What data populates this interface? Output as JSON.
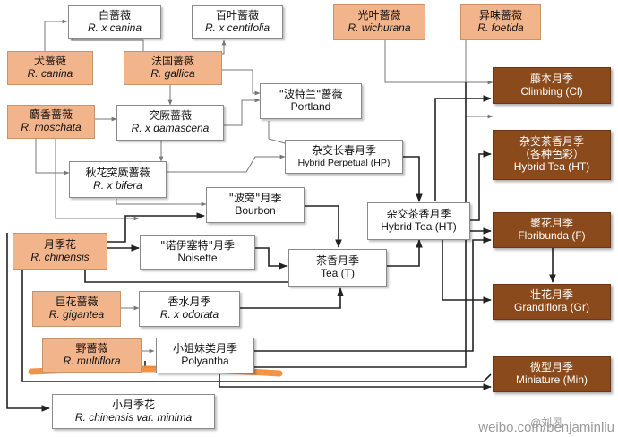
{
  "nodes": {
    "canina_white": {
      "zh": "白蔷薇",
      "latin": "R. x canina"
    },
    "centifolia": {
      "zh": "百叶蔷薇",
      "latin": "R. x centifolia"
    },
    "wichurana": {
      "zh": "光叶蔷薇",
      "latin": "R. wichurana"
    },
    "foetida": {
      "zh": "异味蔷薇",
      "latin": "R. foetida"
    },
    "canina": {
      "zh": "犬蔷薇",
      "latin": "R. canina"
    },
    "gallica": {
      "zh": "法国蔷薇",
      "latin": "R. gallica"
    },
    "portland": {
      "zh": "\"波特兰\"蔷薇",
      "latin": "Portland"
    },
    "moschata": {
      "zh": "麝香蔷薇",
      "latin": "R. moschata"
    },
    "damascena": {
      "zh": "突厥蔷薇",
      "latin": "R. x damascena"
    },
    "hp": {
      "zh": "杂交长春月季",
      "latin": "Hybrid Perpetual (HP)"
    },
    "bifera": {
      "zh": "秋花突厥蔷薇",
      "latin": "R. x bifera"
    },
    "bourbon": {
      "zh": "\"波旁\"月季",
      "latin": "Bourbon"
    },
    "ht_mid": {
      "zh": "杂交茶香月季",
      "latin": "Hybrid Tea (HT)"
    },
    "chinensis": {
      "zh": "月季花",
      "latin": "R. chinensis"
    },
    "noisette": {
      "zh": "\"诺伊塞特\"月季",
      "latin": "Noisette"
    },
    "tea": {
      "zh": "茶香月季",
      "latin": "Tea (T)"
    },
    "gigantea": {
      "zh": "巨花蔷薇",
      "latin": "R. gigantea"
    },
    "odorata": {
      "zh": "香水月季",
      "latin": "R. x odorata"
    },
    "multiflora": {
      "zh": "野蔷薇",
      "latin": "R. multiflora"
    },
    "polyantha": {
      "zh": "小姐妹类月季",
      "latin": "Polyantha"
    },
    "minima": {
      "zh": "小月季花",
      "latin": "R. chinensis var. minima"
    },
    "climbing": {
      "zh": "藤本月季",
      "latin": "Climbing (Cl)"
    },
    "ht_cls": {
      "zh": "杂交茶香月季",
      "zh2": "（各种色彩）",
      "latin": "Hybrid Tea (HT)"
    },
    "floribunda": {
      "zh": "聚花月季",
      "latin": "Floribunda (F)"
    },
    "grandiflora": {
      "zh": "壮花月季",
      "latin": "Grandiflora (Gr)"
    },
    "miniature": {
      "zh": "微型月季",
      "latin": "Miniature (Min)"
    }
  },
  "watermark": "weibo.com/benjaminliu",
  "credit": "@刘夙"
}
